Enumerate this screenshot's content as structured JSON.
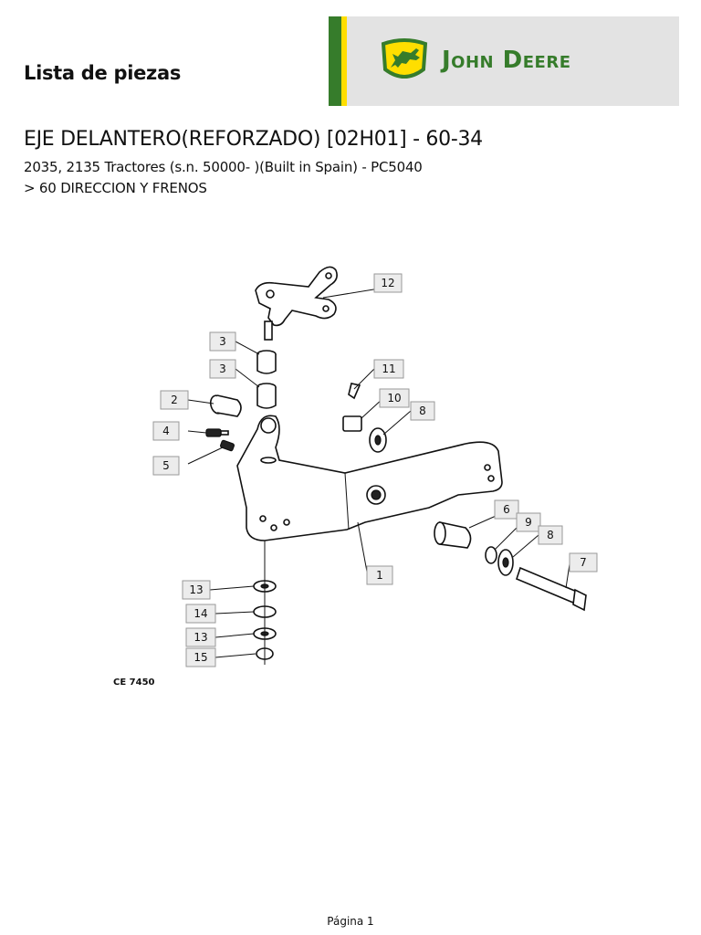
{
  "header": {
    "doc_title": "Lista de piezas",
    "brand_name": "John Deere",
    "colors": {
      "brand_green": "#367c2b",
      "brand_yellow": "#ffde00",
      "brand_bg": "#e3e3e3"
    }
  },
  "section": {
    "title": "EJE DELANTERO(REFORZADO) [02H01] - 60-34",
    "subtitle": "2035, 2135 Tractores (s.n. 50000- )(Built in Spain) - PC5040",
    "path": "> 60 DIRECCION Y FRENOS"
  },
  "diagram": {
    "figure_code": "CE 7450",
    "callouts": {
      "c1": "1",
      "c2": "2",
      "c3a": "3",
      "c3b": "3",
      "c4": "4",
      "c5": "5",
      "c6": "6",
      "c7": "7",
      "c8a": "8",
      "c8b": "8",
      "c9": "9",
      "c10": "10",
      "c11": "11",
      "c12": "12",
      "c13a": "13",
      "c13b": "13",
      "c14": "14",
      "c15": "15"
    }
  },
  "footer": {
    "page_label": "Página 1"
  }
}
